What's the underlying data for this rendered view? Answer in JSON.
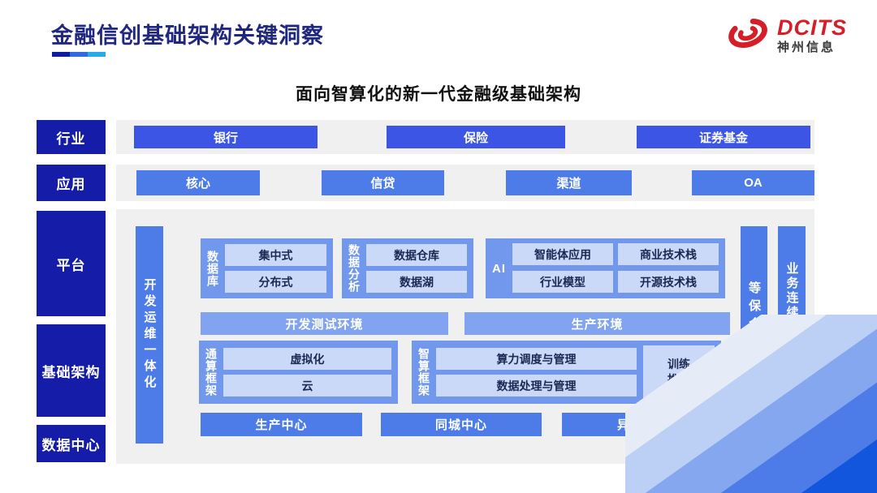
{
  "header": {
    "title": "金融信创基础架构关键洞察",
    "logo": {
      "brand": "DCITS",
      "company": "神州信息",
      "brand_color": "#d61e28"
    }
  },
  "heading": "面向智算化的新一代金融级基础架构",
  "sidebar": {
    "items": [
      {
        "label": "行业"
      },
      {
        "label": "应用"
      },
      {
        "label": "平台"
      },
      {
        "label": "基础架构"
      },
      {
        "label": "数据中心"
      }
    ]
  },
  "industry_row": {
    "items": [
      "银行",
      "保险",
      "证券基金"
    ]
  },
  "application_row": {
    "items": [
      "核心",
      "信贷",
      "渠道",
      "OA"
    ]
  },
  "platform": {
    "devops_bar": "开发运维一体化",
    "groups": {
      "database": {
        "label": "数据库",
        "items": [
          "集中式",
          "分布式"
        ]
      },
      "analytics": {
        "label": "数据分析",
        "items": [
          "数据仓库",
          "数据湖"
        ]
      },
      "ai": {
        "label": "AI",
        "items": [
          "智能体应用",
          "商业技术栈",
          "行业模型",
          "开源技术栈"
        ]
      }
    },
    "env_bars": [
      "开发测试环境",
      "生产环境"
    ],
    "frameworks": {
      "general": {
        "label": "通算框架",
        "items": [
          "虚拟化",
          "云"
        ]
      },
      "intelligent": {
        "label": "智算框架",
        "items": [
          "算力调度与管理",
          "数据处理与管理"
        ],
        "side_item": "训练推理"
      }
    },
    "centers": [
      "生产中心",
      "同城中心",
      "异地中心"
    ],
    "security_bar": "等保合规安全",
    "continuity_bar": "业务连续性及数据保护"
  },
  "colors": {
    "sidebar_navy": "#141ca8",
    "industry_blue": "#3c55e4",
    "primary_blue": "#4d7ce8",
    "group_blue": "#7298ee",
    "env_bar_blue": "#82a4f0",
    "light_blue_item": "#c9d9f7",
    "panel_gray": "#f0f0f0",
    "title_navy": "#20277f",
    "logo_red": "#d61e28",
    "underline": [
      "#0f1c9e",
      "#2f6ae0",
      "#2aa9e8"
    ]
  }
}
